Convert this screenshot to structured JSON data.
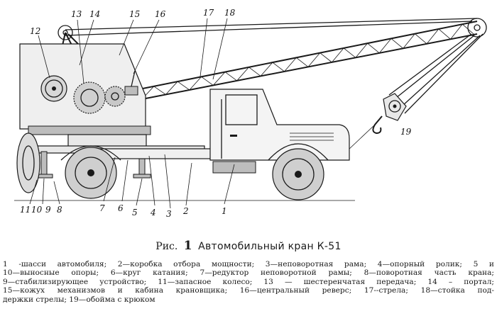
{
  "callouts": [
    {
      "id": "n13",
      "text": "13"
    },
    {
      "id": "n14",
      "text": "14"
    },
    {
      "id": "n15",
      "text": "15"
    },
    {
      "id": "n16",
      "text": "16"
    },
    {
      "id": "n17",
      "text": "17"
    },
    {
      "id": "n18",
      "text": "18"
    },
    {
      "id": "n12",
      "text": "12"
    },
    {
      "id": "n19",
      "text": "19"
    },
    {
      "id": "n11",
      "text": "11"
    },
    {
      "id": "n10",
      "text": "10"
    },
    {
      "id": "n9",
      "text": "9"
    },
    {
      "id": "n8",
      "text": "8"
    },
    {
      "id": "n7",
      "text": "7"
    },
    {
      "id": "n6",
      "text": "6"
    },
    {
      "id": "n5",
      "text": "5"
    },
    {
      "id": "n4",
      "text": "4"
    },
    {
      "id": "n3",
      "text": "3"
    },
    {
      "id": "n2",
      "text": "2"
    },
    {
      "id": "n1",
      "text": "1"
    }
  ],
  "caption": {
    "prefix": "Рис.",
    "number": "1",
    "title": "Автомобильный кран К-51"
  },
  "legend": [
    "1 -шасси автомобиля; 2—коробка отбора мощности; 3—неповоротная рама; 4—опорный ролик; 5 и",
    "10—выносные опоры; 6—круг катания; 7—редуктор неповоротной рамы; 8—поворотная часть крана;",
    "9—стабилизирующее устройство; 11—запасное колесо; 13 — шестеренчатая передача; 14 – портал;",
    "15—кожух механизмов и кабина крановщика; 16—центральный реверс; 17--стрела; 18—стойка под-",
    "держки стрелы; 19—обойма с крюком"
  ]
}
